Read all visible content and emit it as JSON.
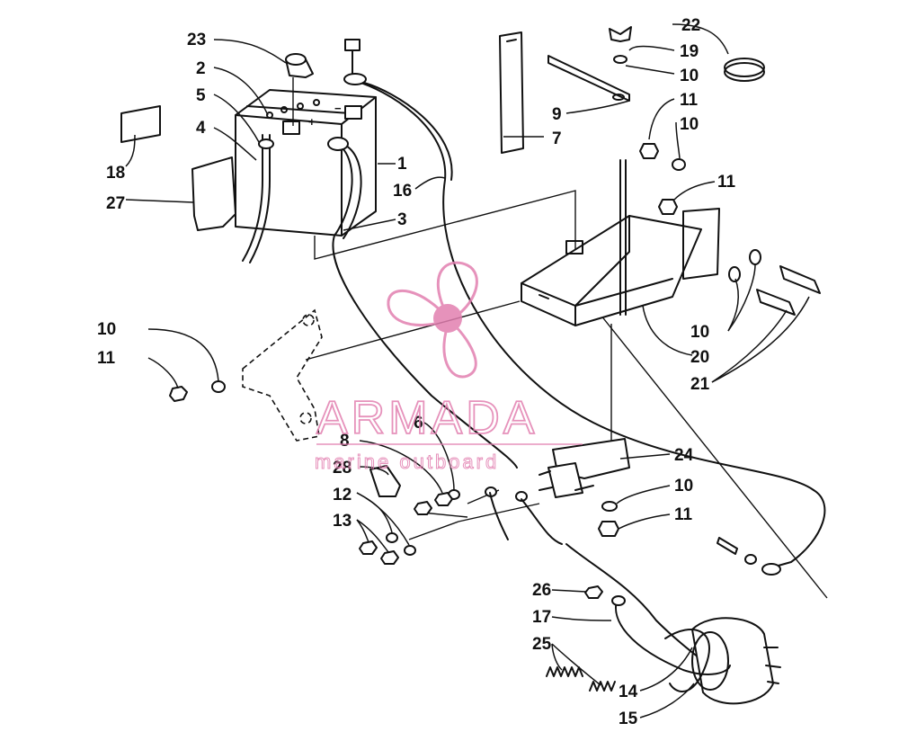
{
  "callouts": [
    "1",
    "2",
    "3",
    "4",
    "5",
    "6",
    "7",
    "8",
    "9",
    "10",
    "11",
    "12",
    "13",
    "14",
    "15",
    "16",
    "17",
    "18",
    "19",
    "20",
    "21",
    "22",
    "23",
    "24",
    "25",
    "26",
    "27",
    "28"
  ],
  "labels": {
    "l1": "1",
    "l2": "2",
    "l3": "3",
    "l4": "4",
    "l5": "5",
    "l6": "6",
    "l7": "7",
    "l8": "8",
    "l9": "9",
    "l10a": "10",
    "l10b": "10",
    "l10c": "10",
    "l10d": "10",
    "l10e": "10",
    "l11a": "11",
    "l11b": "11",
    "l11c": "11",
    "l11d": "11",
    "l12": "12",
    "l13": "13",
    "l14": "14",
    "l15": "15",
    "l16": "16",
    "l17": "17",
    "l18": "18",
    "l19": "19",
    "l20": "20",
    "l21": "21",
    "l22": "22",
    "l23": "23",
    "l24": "24",
    "l25": "25",
    "l26": "26",
    "l27": "27",
    "l28": "28"
  },
  "watermark": {
    "brand": "ARMADA",
    "tagline": "marine outboard",
    "color": "#e27fb0"
  },
  "colors": {
    "ink": "#111111",
    "background": "#ffffff"
  }
}
